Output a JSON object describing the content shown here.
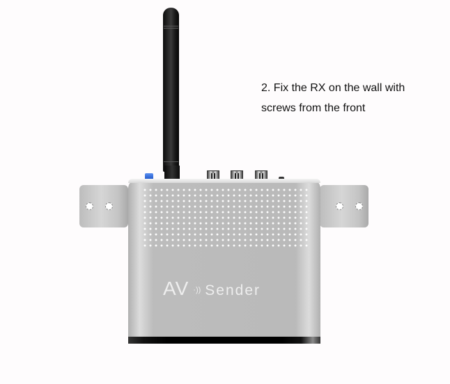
{
  "caption": {
    "line1": "2. Fix the RX on the wall with",
    "line2": "screws from the front"
  },
  "device": {
    "logo_main": "AV",
    "logo_wave": "·))",
    "logo_sub": "Sender",
    "colors": {
      "body": "#bababa",
      "antenna": "#1a1a1a",
      "button": "#2f63d6",
      "bracket": "#c8c8c8"
    }
  }
}
